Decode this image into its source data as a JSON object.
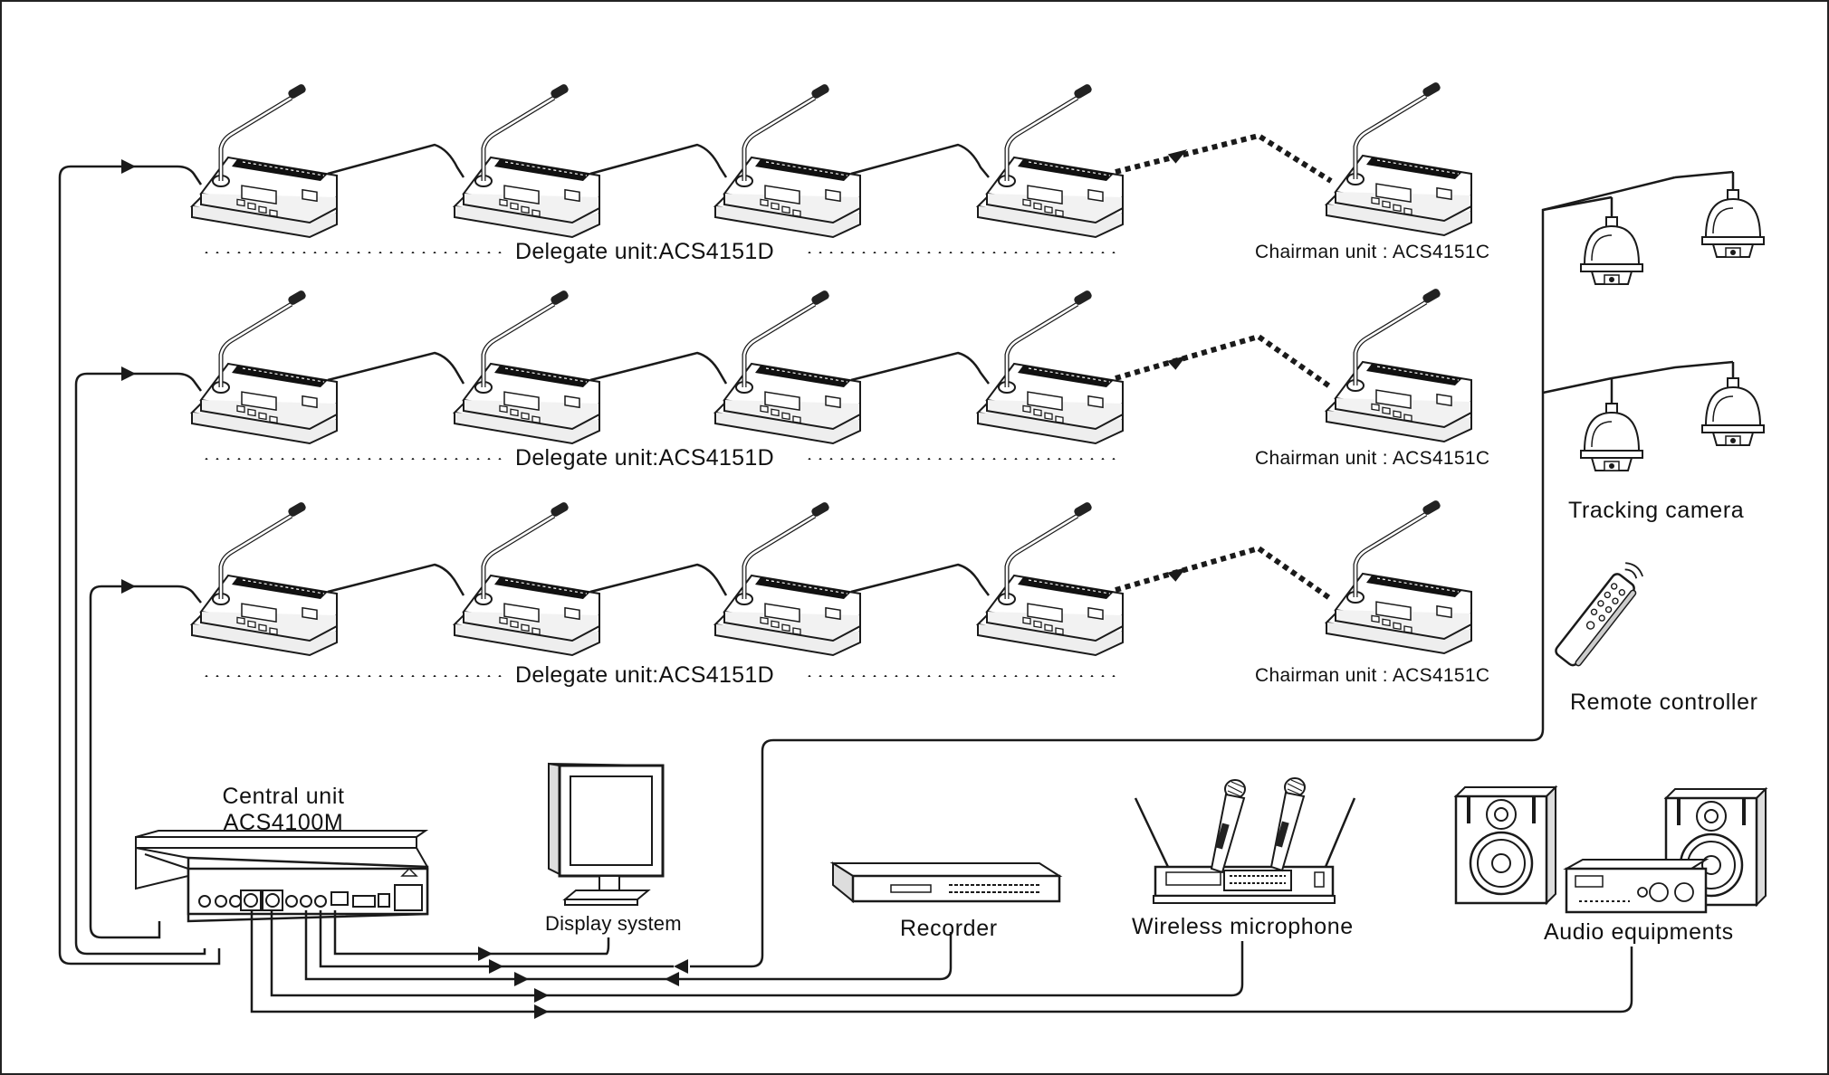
{
  "rows": [
    {
      "delegate_label": "Delegate unit:ACS4151D",
      "chairman_label": "Chairman unit : ACS4151C"
    },
    {
      "delegate_label": "Delegate unit:ACS4151D",
      "chairman_label": "Chairman unit : ACS4151C"
    },
    {
      "delegate_label": "Delegate unit:ACS4151D",
      "chairman_label": "Chairman unit : ACS4151C"
    }
  ],
  "devices": {
    "central_unit": {
      "line1": "Central unit",
      "line2": "ACS4100M"
    },
    "display": "Display system",
    "recorder": "Recorder",
    "wireless_mic": "Wireless microphone",
    "audio": "Audio equipments",
    "tracking_camera": "Tracking camera",
    "remote": "Remote controller"
  },
  "colors": {
    "line": "#1a1a1a",
    "border": "#222222",
    "background": "#ffffff"
  }
}
